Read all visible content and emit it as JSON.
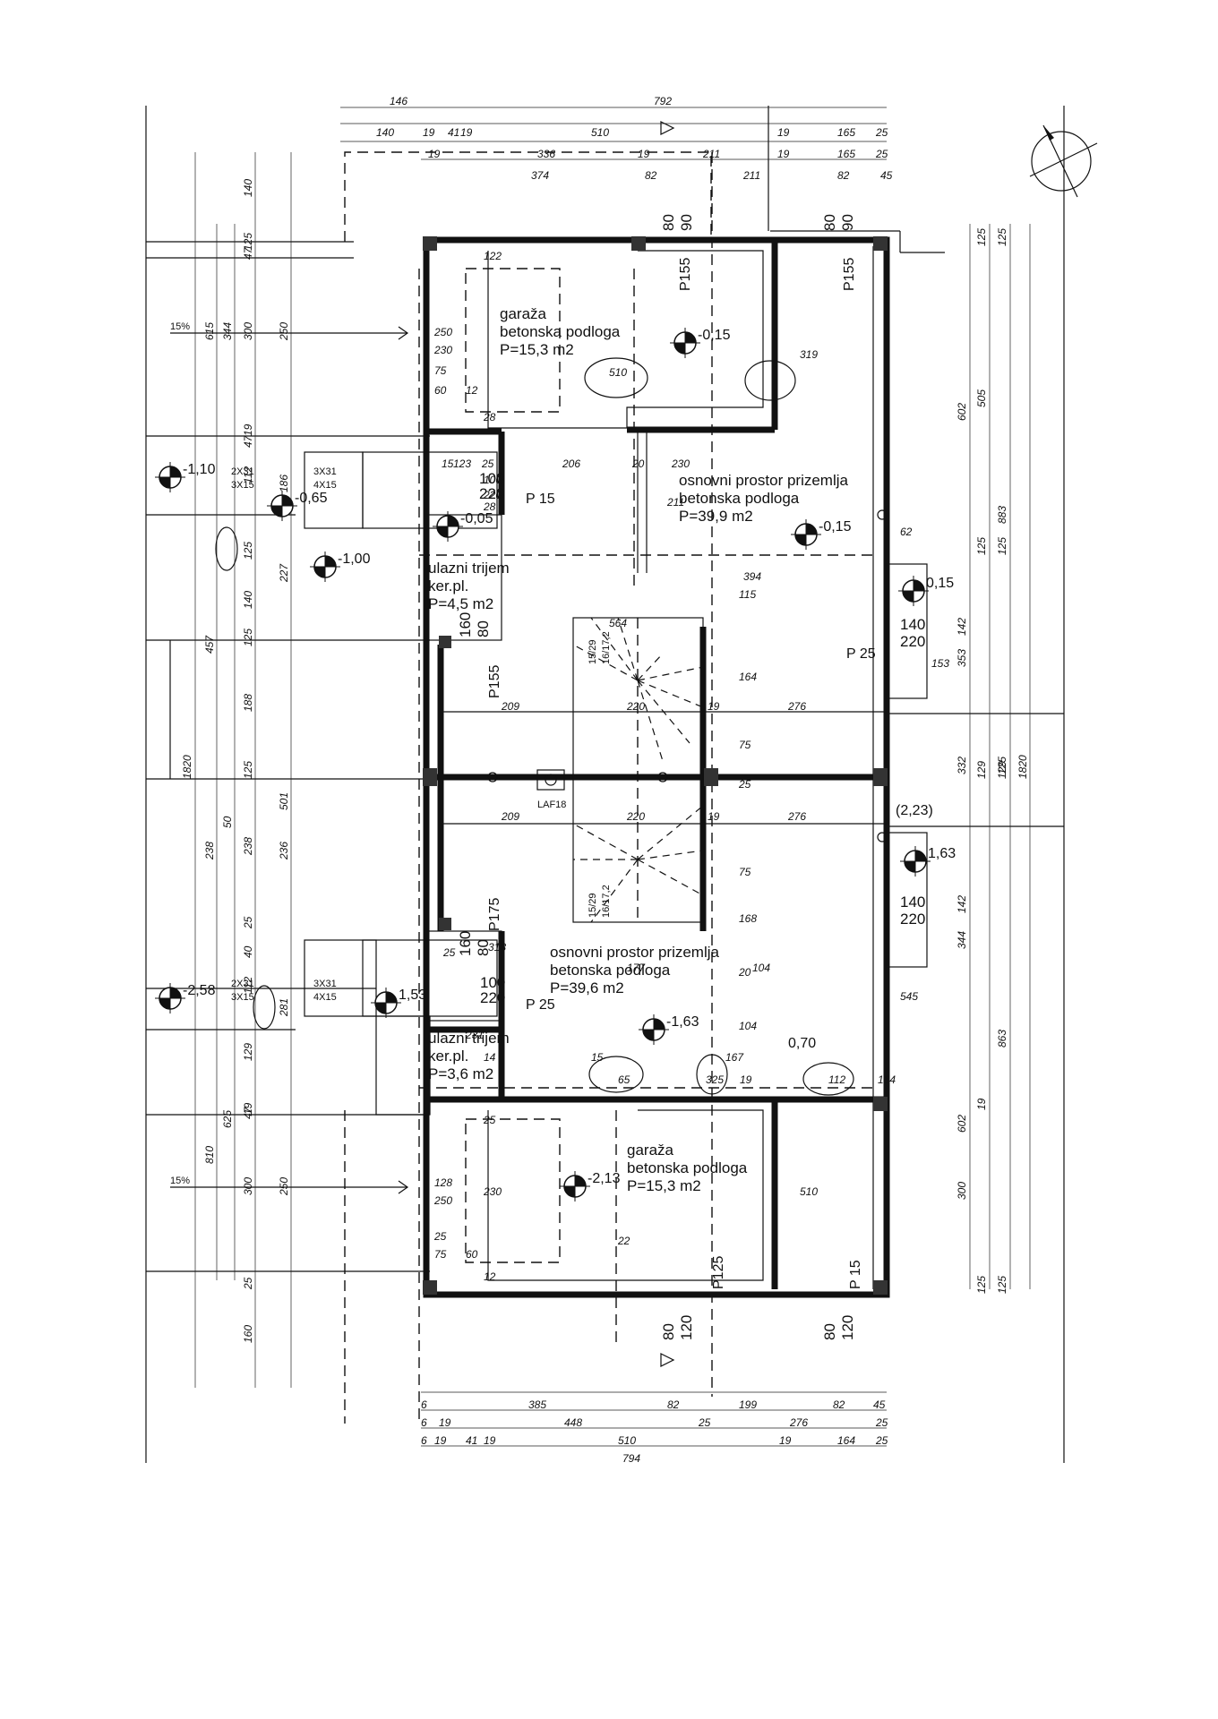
{
  "plan": {
    "rooms": [
      {
        "name": "garaža",
        "floor": "betonska podloga",
        "area": "P=15,3 m2"
      },
      {
        "name": "osnovni prostor prizemlja",
        "floor": "betonska podloga",
        "area": "P=39,9 m2"
      },
      {
        "name": "ulazni trijem",
        "floor": "ker.pl.",
        "area": "P=4,5 m2"
      },
      {
        "name": "ulazni trijem",
        "floor": "ker.pl.",
        "area": "P=3,6 m2"
      },
      {
        "name": "osnovni prostor prizemlja",
        "floor": "betonska podloga",
        "area": "P=39,6 m2"
      },
      {
        "name": "garaža",
        "floor": "betonska podloga",
        "area": "P=15,3 m2"
      }
    ],
    "levels": [
      "-1,10",
      "-0,65",
      "-0,05",
      "-1,00",
      "-0,15",
      "-0,15",
      "0,15",
      "1,63",
      "-2,58",
      "1,53",
      "-1,63",
      "-2,13"
    ],
    "stair_label": "LAF18",
    "openings": [
      "P155",
      "P155",
      "P155",
      "P175",
      "P125",
      "P 15",
      "P 15",
      "P 25",
      "P 25"
    ],
    "window_sizes": [
      "80",
      "90",
      "80",
      "90",
      "80",
      "120",
      "80",
      "120",
      "140",
      "220",
      "140",
      "220",
      "100",
      "220",
      "100",
      "220",
      "160",
      "80",
      "160",
      "80"
    ],
    "slope_labels": [
      "15%",
      "15%"
    ],
    "stair_steps": [
      "15/29",
      "16/17,2",
      "15/29",
      "16/17,2"
    ],
    "step_sizes": [
      "2X31",
      "3X15",
      "3X31",
      "4X15",
      "2X31",
      "3X15",
      "3X31",
      "4X15"
    ],
    "annotations": [
      "(2,23)",
      "0,70"
    ],
    "top_dims": {
      "row1": [
        "146",
        "792"
      ],
      "row2": [
        "140",
        "19",
        "41",
        "19",
        "510",
        "19",
        "165",
        "25"
      ],
      "row3": [
        "19",
        "336",
        "19",
        "211",
        "19",
        "165",
        "25"
      ],
      "row4": [
        "374",
        "82",
        "211",
        "82",
        "45"
      ]
    },
    "bottom_dims": {
      "row1": [
        "6",
        "385",
        "82",
        "199",
        "82",
        "45"
      ],
      "row2": [
        "6",
        "19",
        "448",
        "25",
        "276",
        "25"
      ],
      "row3": [
        "6",
        "19",
        "41",
        "19",
        "510",
        "19",
        "164",
        "25"
      ],
      "row4": [
        "794"
      ]
    },
    "left_dims": {
      "outer": [
        "1820"
      ],
      "col2": [
        "615",
        "457",
        "238",
        "810"
      ],
      "col3": [
        "344",
        "50",
        "625"
      ],
      "col4": [
        "140",
        "125",
        "47",
        "300",
        "19",
        "47",
        "112",
        "125",
        "140",
        "125",
        "188",
        "125",
        "238",
        "25",
        "40",
        "112",
        "129",
        "19",
        "47",
        "300",
        "25",
        "160"
      ],
      "col5": [
        "250",
        "186",
        "227",
        "501",
        "236",
        "281",
        "250"
      ]
    },
    "right_dims": {
      "outer": [
        "1820"
      ],
      "col2": [
        "883",
        "863"
      ],
      "col3": [
        "602",
        "142",
        "353",
        "332",
        "142",
        "344",
        "602",
        "300"
      ],
      "col4": [
        "125",
        "505",
        "125",
        "129",
        "19",
        "125"
      ],
      "col5": [
        "125",
        "125",
        "125",
        "129",
        "125"
      ]
    },
    "inner_dims": [
      "122",
      "250",
      "230",
      "75",
      "60",
      "12",
      "28",
      "510",
      "319",
      "123",
      "25",
      "206",
      "20",
      "230",
      "211",
      "100",
      "220",
      "62",
      "394",
      "115",
      "564",
      "153",
      "209",
      "220",
      "19",
      "276",
      "164",
      "75",
      "25",
      "209",
      "220",
      "19",
      "276",
      "75",
      "168",
      "20",
      "104",
      "177",
      "545",
      "65",
      "325",
      "19",
      "112",
      "164",
      "25",
      "128",
      "250",
      "230",
      "25",
      "75",
      "60",
      "12",
      "22",
      "510",
      "318",
      "25",
      "231",
      "14",
      "15",
      "167",
      "104",
      "28",
      "15",
      "19"
    ]
  },
  "colors": {
    "ink": "#111111",
    "paper": "#ffffff"
  }
}
